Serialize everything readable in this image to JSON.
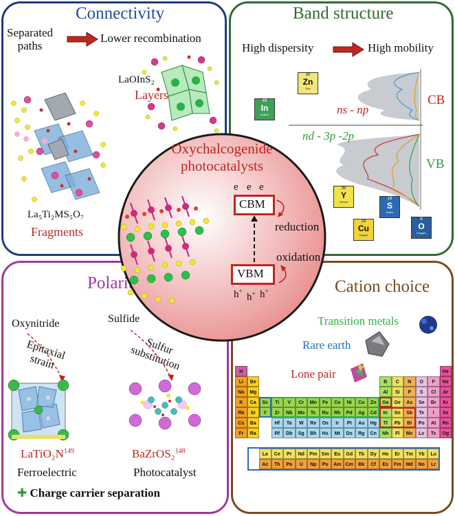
{
  "panels": {
    "connectivity": {
      "title": "Connectivity",
      "separated_paths": "Separated\npaths",
      "lower_recombination": "Lower recombination",
      "layers_formula": "LaOInS₂",
      "layers_label": "Layers",
      "fragments_formula": "La₅Ti₂MS₅O₇",
      "fragments_label": "Fragments",
      "border_color": "#1f3c7a"
    },
    "band": {
      "title": "Band structure",
      "high_dispersity": "High dispersity",
      "high_mobility": "High mobility",
      "cb": "CB",
      "vb": "VB",
      "ns_np": "ns - np",
      "nd_3p_2p": "nd - 3p -2p",
      "border_color": "#2f6b2f",
      "elements": [
        {
          "num": "30",
          "sym": "Zn",
          "name": "Zinc",
          "color": "#f2e57a"
        },
        {
          "num": "49",
          "sym": "In",
          "name": "Indium",
          "color": "#3fa05a"
        },
        {
          "num": "39",
          "sym": "Y",
          "name": "Yttrium",
          "color": "#f2e24a"
        },
        {
          "num": "16",
          "sym": "S",
          "name": "Sulfur",
          "color": "#2d6bb0"
        },
        {
          "num": "29",
          "sym": "Cu",
          "name": "Copper",
          "color": "#f2d43a"
        },
        {
          "num": "8",
          "sym": "O",
          "name": "Oxygen",
          "color": "#2a5e9e"
        }
      ]
    },
    "center": {
      "title": "Oxychalcogenide\nphotocatalysts",
      "cbm": "CBM",
      "vbm": "VBM",
      "reduction": "reduction",
      "oxidation": "oxidation",
      "electron": "e",
      "hole": "h",
      "plus": "+"
    },
    "polarity": {
      "title": "Polarity",
      "oxynitride": "Oxynitride",
      "sulfide": "Sulfide",
      "epitaxial_strain": "Epitaxial\nstrain",
      "sulfur_substitution": "Sulfur\nsubstitution",
      "latio2n": "LaTiO₂N",
      "latio2n_ref": "149",
      "bazros2": "BaZrOS₂",
      "bazros2_ref": "148",
      "ferroelectric": "Ferroelectric",
      "photocatalyst": "Photocatalyst",
      "charge_sep_symbol": "✚",
      "charge_sep": "Charge carrier separation",
      "border_color": "#a2379c"
    },
    "cation": {
      "title": "Cation choice",
      "transition_metals": "Transition metals",
      "rare_earth": "Rare earth",
      "lone_pair": "Lone pair",
      "border_color": "#7a4a1e"
    }
  },
  "periodic_table": {
    "rows": [
      [
        "H",
        "",
        "",
        "",
        "",
        "",
        "",
        "",
        "",
        "",
        "",
        "",
        "",
        "",
        "",
        "",
        "",
        "He"
      ],
      [
        "Li",
        "Be",
        "",
        "",
        "",
        "",
        "",
        "",
        "",
        "",
        "",
        "",
        "B",
        "C",
        "N",
        "O",
        "F",
        "Ne"
      ],
      [
        "Na",
        "Mg",
        "",
        "",
        "",
        "",
        "",
        "",
        "",
        "",
        "",
        "",
        "Al",
        "Si",
        "P",
        "S",
        "Cl",
        "Ar"
      ],
      [
        "K",
        "Ca",
        "Sc",
        "Ti",
        "V",
        "Cr",
        "Mn",
        "Fe",
        "Co",
        "Ni",
        "Cu",
        "Zn",
        "Ga",
        "Ge",
        "As",
        "Se",
        "Br",
        "Kr"
      ],
      [
        "Rb",
        "Sr",
        "Y",
        "Zr",
        "Nb",
        "Mo",
        "Tc",
        "Ru",
        "Rh",
        "Pd",
        "Ag",
        "Cd",
        "In",
        "Sn",
        "Sb",
        "Te",
        "I",
        "Xe"
      ],
      [
        "Cs",
        "Ba",
        "",
        "Hf",
        "Ta",
        "W",
        "Re",
        "Os",
        "Ir",
        "Pt",
        "Au",
        "Hg",
        "Tl",
        "Pb",
        "Bi",
        "Po",
        "At",
        "Rn"
      ],
      [
        "Fr",
        "Ra",
        "",
        "Rf",
        "Db",
        "Sg",
        "Bh",
        "Hs",
        "Mt",
        "Ds",
        "Rg",
        "Cn",
        "Nh",
        "Fl",
        "Mc",
        "Lv",
        "Ts",
        "Og"
      ]
    ],
    "lanthanides": [
      "La",
      "Ce",
      "Pr",
      "Nd",
      "Pm",
      "Sm",
      "Eu",
      "Gd",
      "Tb",
      "Dy",
      "Ho",
      "Er",
      "Tm",
      "Yb",
      "Lu"
    ],
    "actinides": [
      "Ac",
      "Th",
      "Pa",
      "U",
      "Np",
      "Pu",
      "Am",
      "Cm",
      "Bk",
      "Cf",
      "Es",
      "Fm",
      "Md",
      "No",
      "Lr"
    ]
  }
}
